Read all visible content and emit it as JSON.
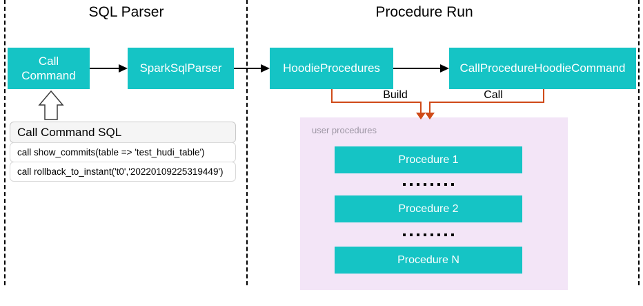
{
  "sections": {
    "sql_parser": {
      "title": "SQL Parser"
    },
    "procedure_run": {
      "title": "Procedure Run"
    }
  },
  "nodes": {
    "call_command": "Call Command",
    "spark_sql_parser": "SparkSqlParser",
    "hoodie_procedures": "HoodieProcedures",
    "call_procedure_hoodie_command": "CallProcedureHoodieCommand"
  },
  "connectors": {
    "build_label": "Build",
    "call_label": "Call"
  },
  "sql_panel": {
    "header": "Call Command SQL",
    "rows": [
      "call show_commits(table => 'test_hudi_table')",
      "call rollback_to_instant('t0','20220109225319449')"
    ]
  },
  "user_procedures": {
    "label": "user procedures",
    "items": [
      "Procedure 1",
      "Procedure 2",
      "Procedure N"
    ]
  },
  "colors": {
    "teal": "#15c4c5",
    "orange": "#cf4a18",
    "lavender": "#f3e5f7",
    "panelbg": "#f5f5f5",
    "panelborder": "#c9c9c9"
  }
}
